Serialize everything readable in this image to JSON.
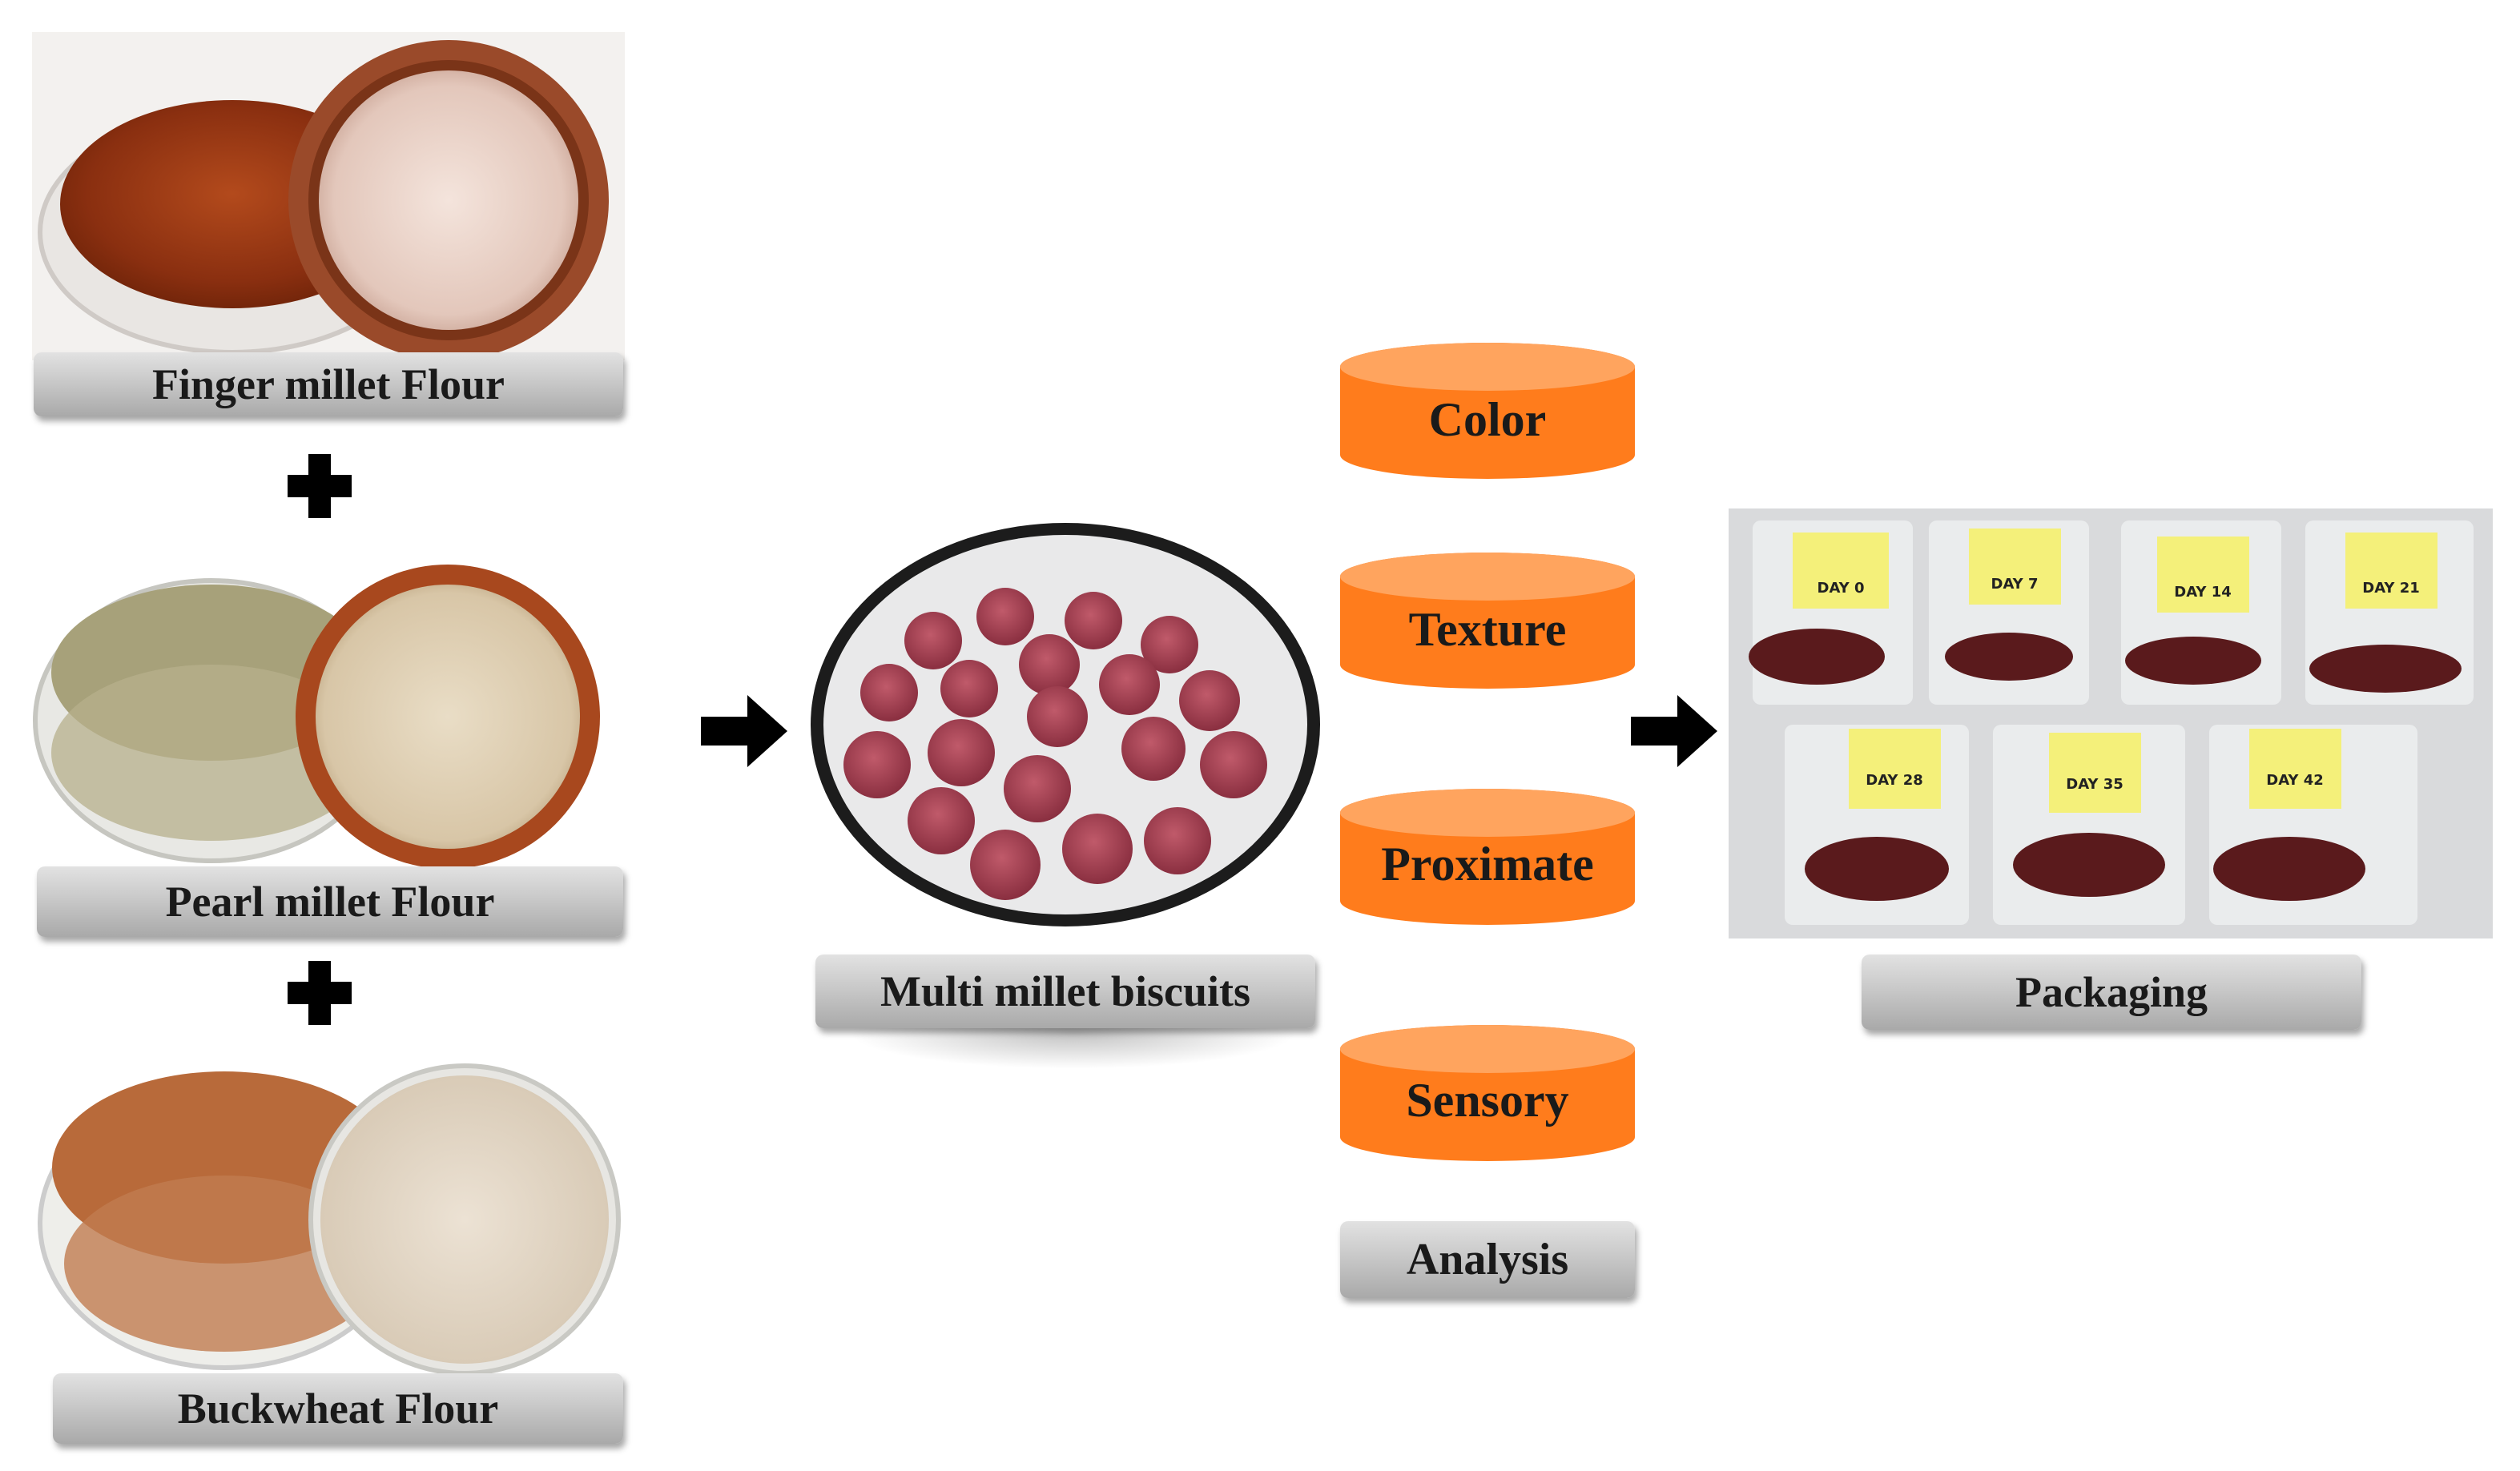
{
  "ingredients": [
    {
      "label": "Finger millet Flour"
    },
    {
      "label": "Pearl millet Flour"
    },
    {
      "label": "Buckwheat Flour"
    }
  ],
  "product": {
    "label": "Multi millet biscuits"
  },
  "analysis": {
    "items": [
      "Color",
      "Texture",
      "Proximate",
      "Sensory"
    ],
    "label": "Analysis",
    "accent": "#ff7a1a"
  },
  "packaging": {
    "label": "Packaging",
    "bag_labels": [
      "DAY 0",
      "DAY 7",
      "DAY 14",
      "DAY 21",
      "DAY 28",
      "DAY 35",
      "DAY 42"
    ]
  }
}
